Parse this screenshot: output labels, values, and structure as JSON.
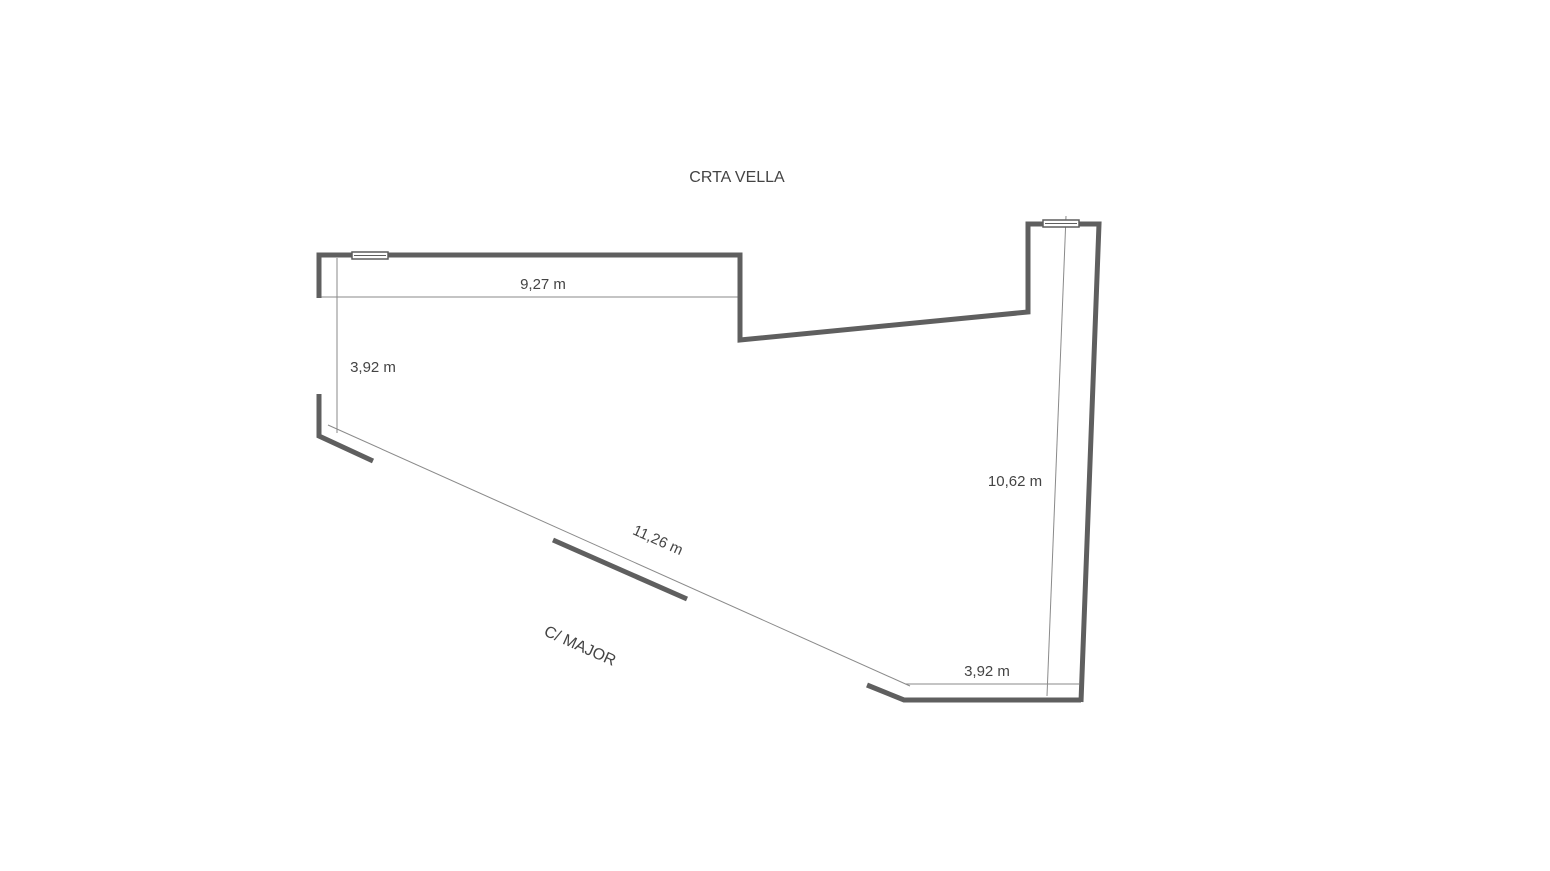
{
  "streets": {
    "top": "CRTA VELLA",
    "bottom": "C/ MAJOR"
  },
  "dimensions": {
    "top_width": "9,27 m",
    "left_height": "3,92 m",
    "diagonal": "11,26 m",
    "right_height": "10,62 m",
    "bottom_width": "3,92 m"
  },
  "colors": {
    "wall": "#5f5f5f",
    "dimension_line": "#8a8a8a",
    "text": "#444444",
    "background": "#ffffff"
  }
}
